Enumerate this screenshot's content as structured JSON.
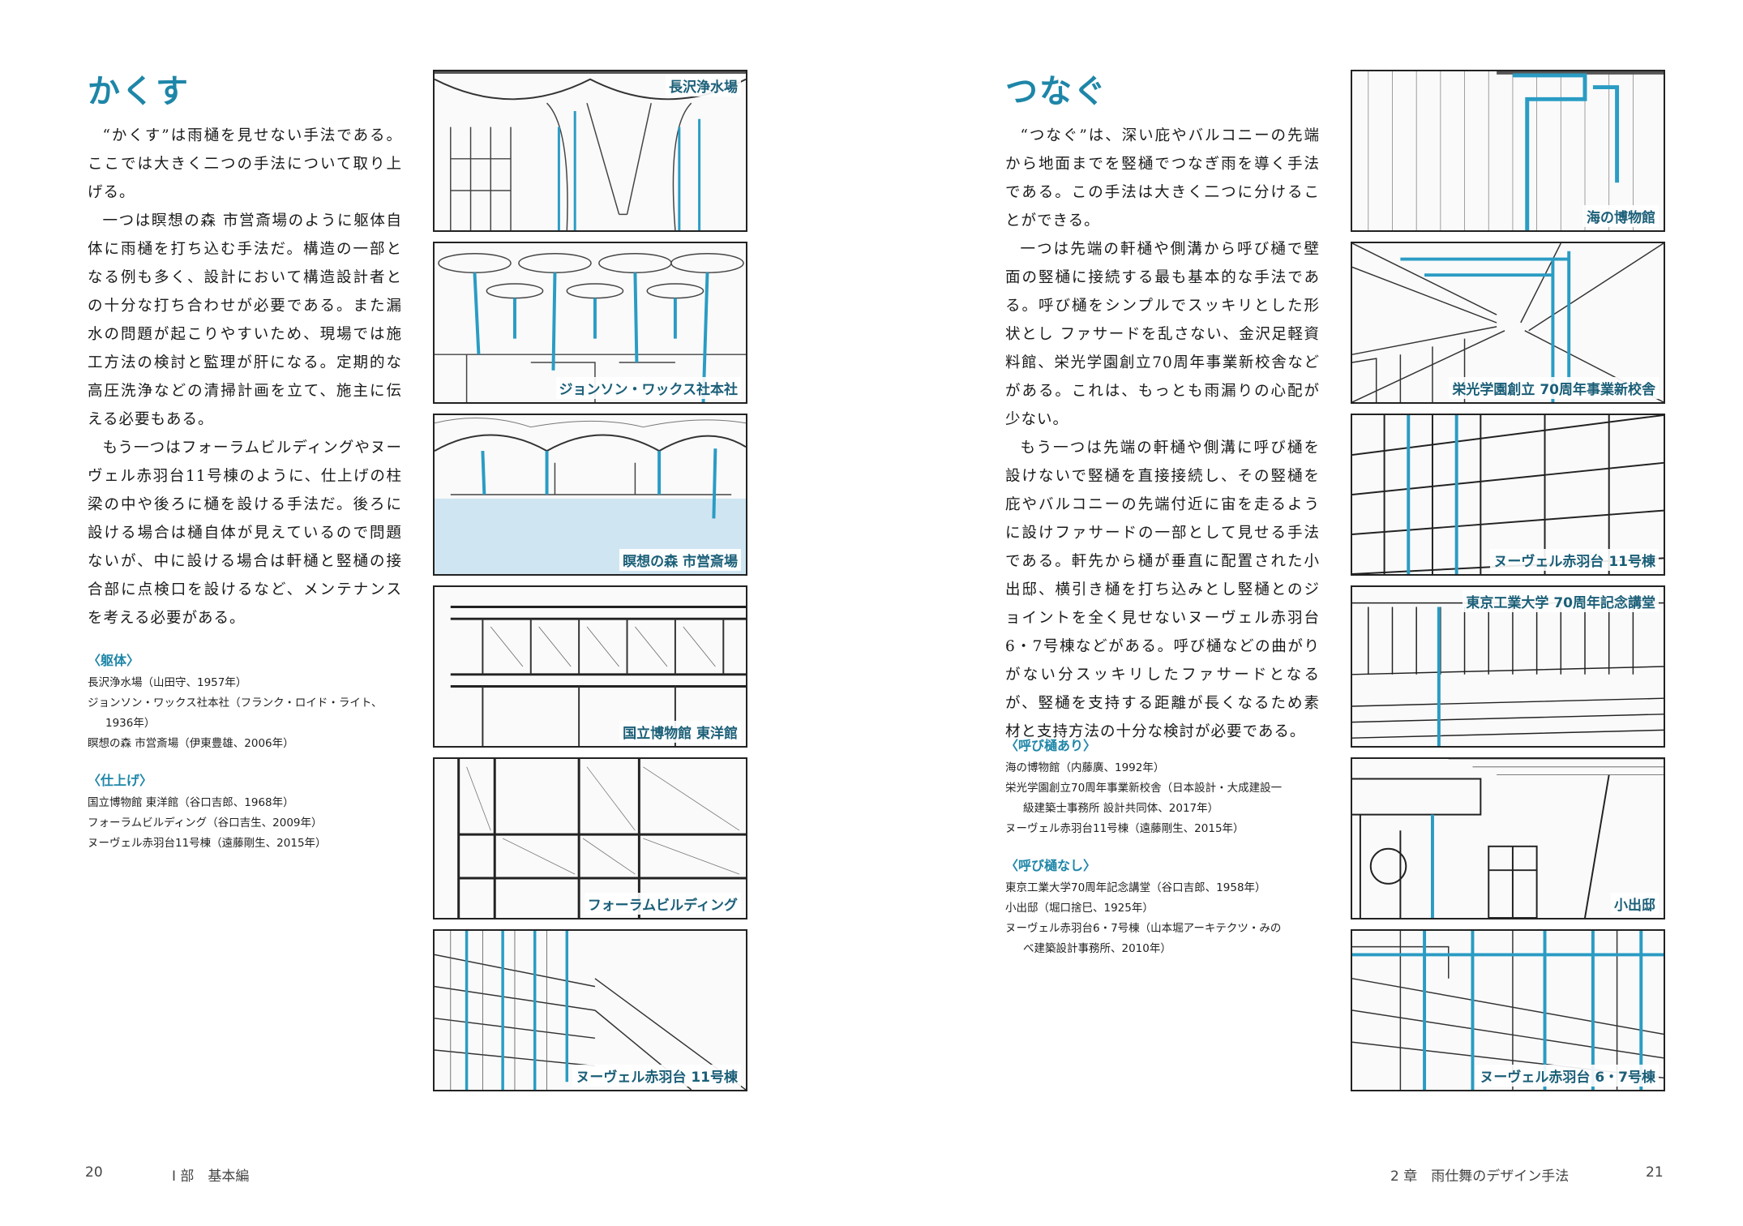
{
  "left": {
    "heading": "かくす",
    "paragraphs": [
      "“かくす”は雨樋を見せない手法である。ここでは大きく二つの手法について取り上げる。",
      "一つは瞑想の森 市営斎場のように躯体自体に雨樋を打ち込む手法だ。構造の一部となる例も多く、設計において構造設計者との十分な打ち合わせが必要である。また漏水の問題が起こりやすいため、現場では施工方法の検討と監理が肝になる。定期的な高圧洗浄などの清掃計画を立て、施主に伝える必要もある。",
      "もう一つはフォーラムビルディングやヌーヴェル赤羽台11号棟のように、仕上げの柱梁の中や後ろに樋を設ける手法だ。後ろに設ける場合は樋自体が見えているので問題ないが、中に設ける場合は軒樋と竪樋の接合部に点検口を設けるなど、メンテナンスを考える必要がある。"
    ],
    "credits": [
      {
        "category": "〈躯体〉",
        "items": [
          "長沢浄水場（山田守、1957年）",
          "ジョンソン・ワックス社本社（フランク・ロイド・ライト、",
          "1936年）",
          "瞑想の森 市営斎場（伊東豊雄、2006年）"
        ]
      },
      {
        "category": "〈仕上げ〉",
        "items": [
          "国立博物館 東洋館（谷口吉郎、1968年）",
          "フォーラムビルディング（谷口吉生、2009年）",
          "ヌーヴェル赤羽台11号棟（遠藤剛生、2015年）"
        ]
      }
    ],
    "panels": [
      {
        "label": "長沢浄水場",
        "pos": "top"
      },
      {
        "label": "ジョンソン・ワックス社本社",
        "pos": "bot"
      },
      {
        "label": "瞑想の森 市営斎場",
        "pos": "bot"
      },
      {
        "label": "国立博物館 東洋館",
        "pos": "bot"
      },
      {
        "label": "フォーラムビルディング",
        "pos": "bot"
      },
      {
        "label": "ヌーヴェル赤羽台 11号棟",
        "pos": "bot"
      }
    ],
    "footer_page": "20",
    "footer_section": "I 部　基本編"
  },
  "right": {
    "heading": "つなぐ",
    "paragraphs": [
      "“つなぐ”は、深い庇やバルコニーの先端から地面までを竪樋でつなぎ雨を導く手法である。この手法は大きく二つに分けることができる。",
      "一つは先端の軒樋や側溝から呼び樋で壁面の竪樋に接続する最も基本的な手法である。呼び樋をシンプルでスッキリとした形状とし ファサードを乱さない、金沢足軽資料館、栄光学園創立70周年事業新校舎などがある。これは、もっとも雨漏りの心配が少ない。",
      "もう一つは先端の軒樋や側溝に呼び樋を設けないで竪樋を直接接続し、その竪樋を庇やバルコニーの先端付近に宙を走るように設けファサードの一部として見せる手法である。軒先から樋が垂直に配置された小出邸、横引き樋を打ち込みとし竪樋とのジョイントを全く見せないヌーヴェル赤羽台6・7号棟などがある。呼び樋などの曲がりがない分スッキリしたファサードとなるが、竪樋を支持する距離が長くなるため素材と支持方法の十分な検討が必要である。"
    ],
    "credits": [
      {
        "category": "〈呼び樋あり〉",
        "items": [
          "海の博物館（内藤廣、1992年）",
          "栄光学園創立70周年事業新校舎（日本設計・大成建設一",
          "級建築士事務所 設計共同体、2017年）",
          "ヌーヴェル赤羽台11号棟（遠藤剛生、2015年）"
        ]
      },
      {
        "category": "〈呼び樋なし〉",
        "items": [
          "東京工業大学70周年記念講堂（谷口吉郎、1958年）",
          "小出邸（堀口捨巳、1925年）",
          "ヌーヴェル赤羽台6・7号棟（山本堀アーキテクツ・みの",
          "べ建築設計事務所、2010年）"
        ]
      }
    ],
    "panels": [
      {
        "label": "海の博物館",
        "pos": "bot"
      },
      {
        "label": "栄光学園創立 70周年事業新校舎",
        "pos": "bot"
      },
      {
        "label": "ヌーヴェル赤羽台 11号棟",
        "pos": "bot"
      },
      {
        "label": "東京工業大学 70周年記念講堂",
        "pos": "top"
      },
      {
        "label": "小出邸",
        "pos": "bot"
      },
      {
        "label": "ヌーヴェル赤羽台 6・7号棟",
        "pos": "bot"
      }
    ],
    "footer_page": "21",
    "footer_section": "2 章　雨仕舞のデザイン手法"
  },
  "colors": {
    "accent": "#1e86a8",
    "pipe": "#2a9cc4",
    "label": "#1b5f78"
  }
}
